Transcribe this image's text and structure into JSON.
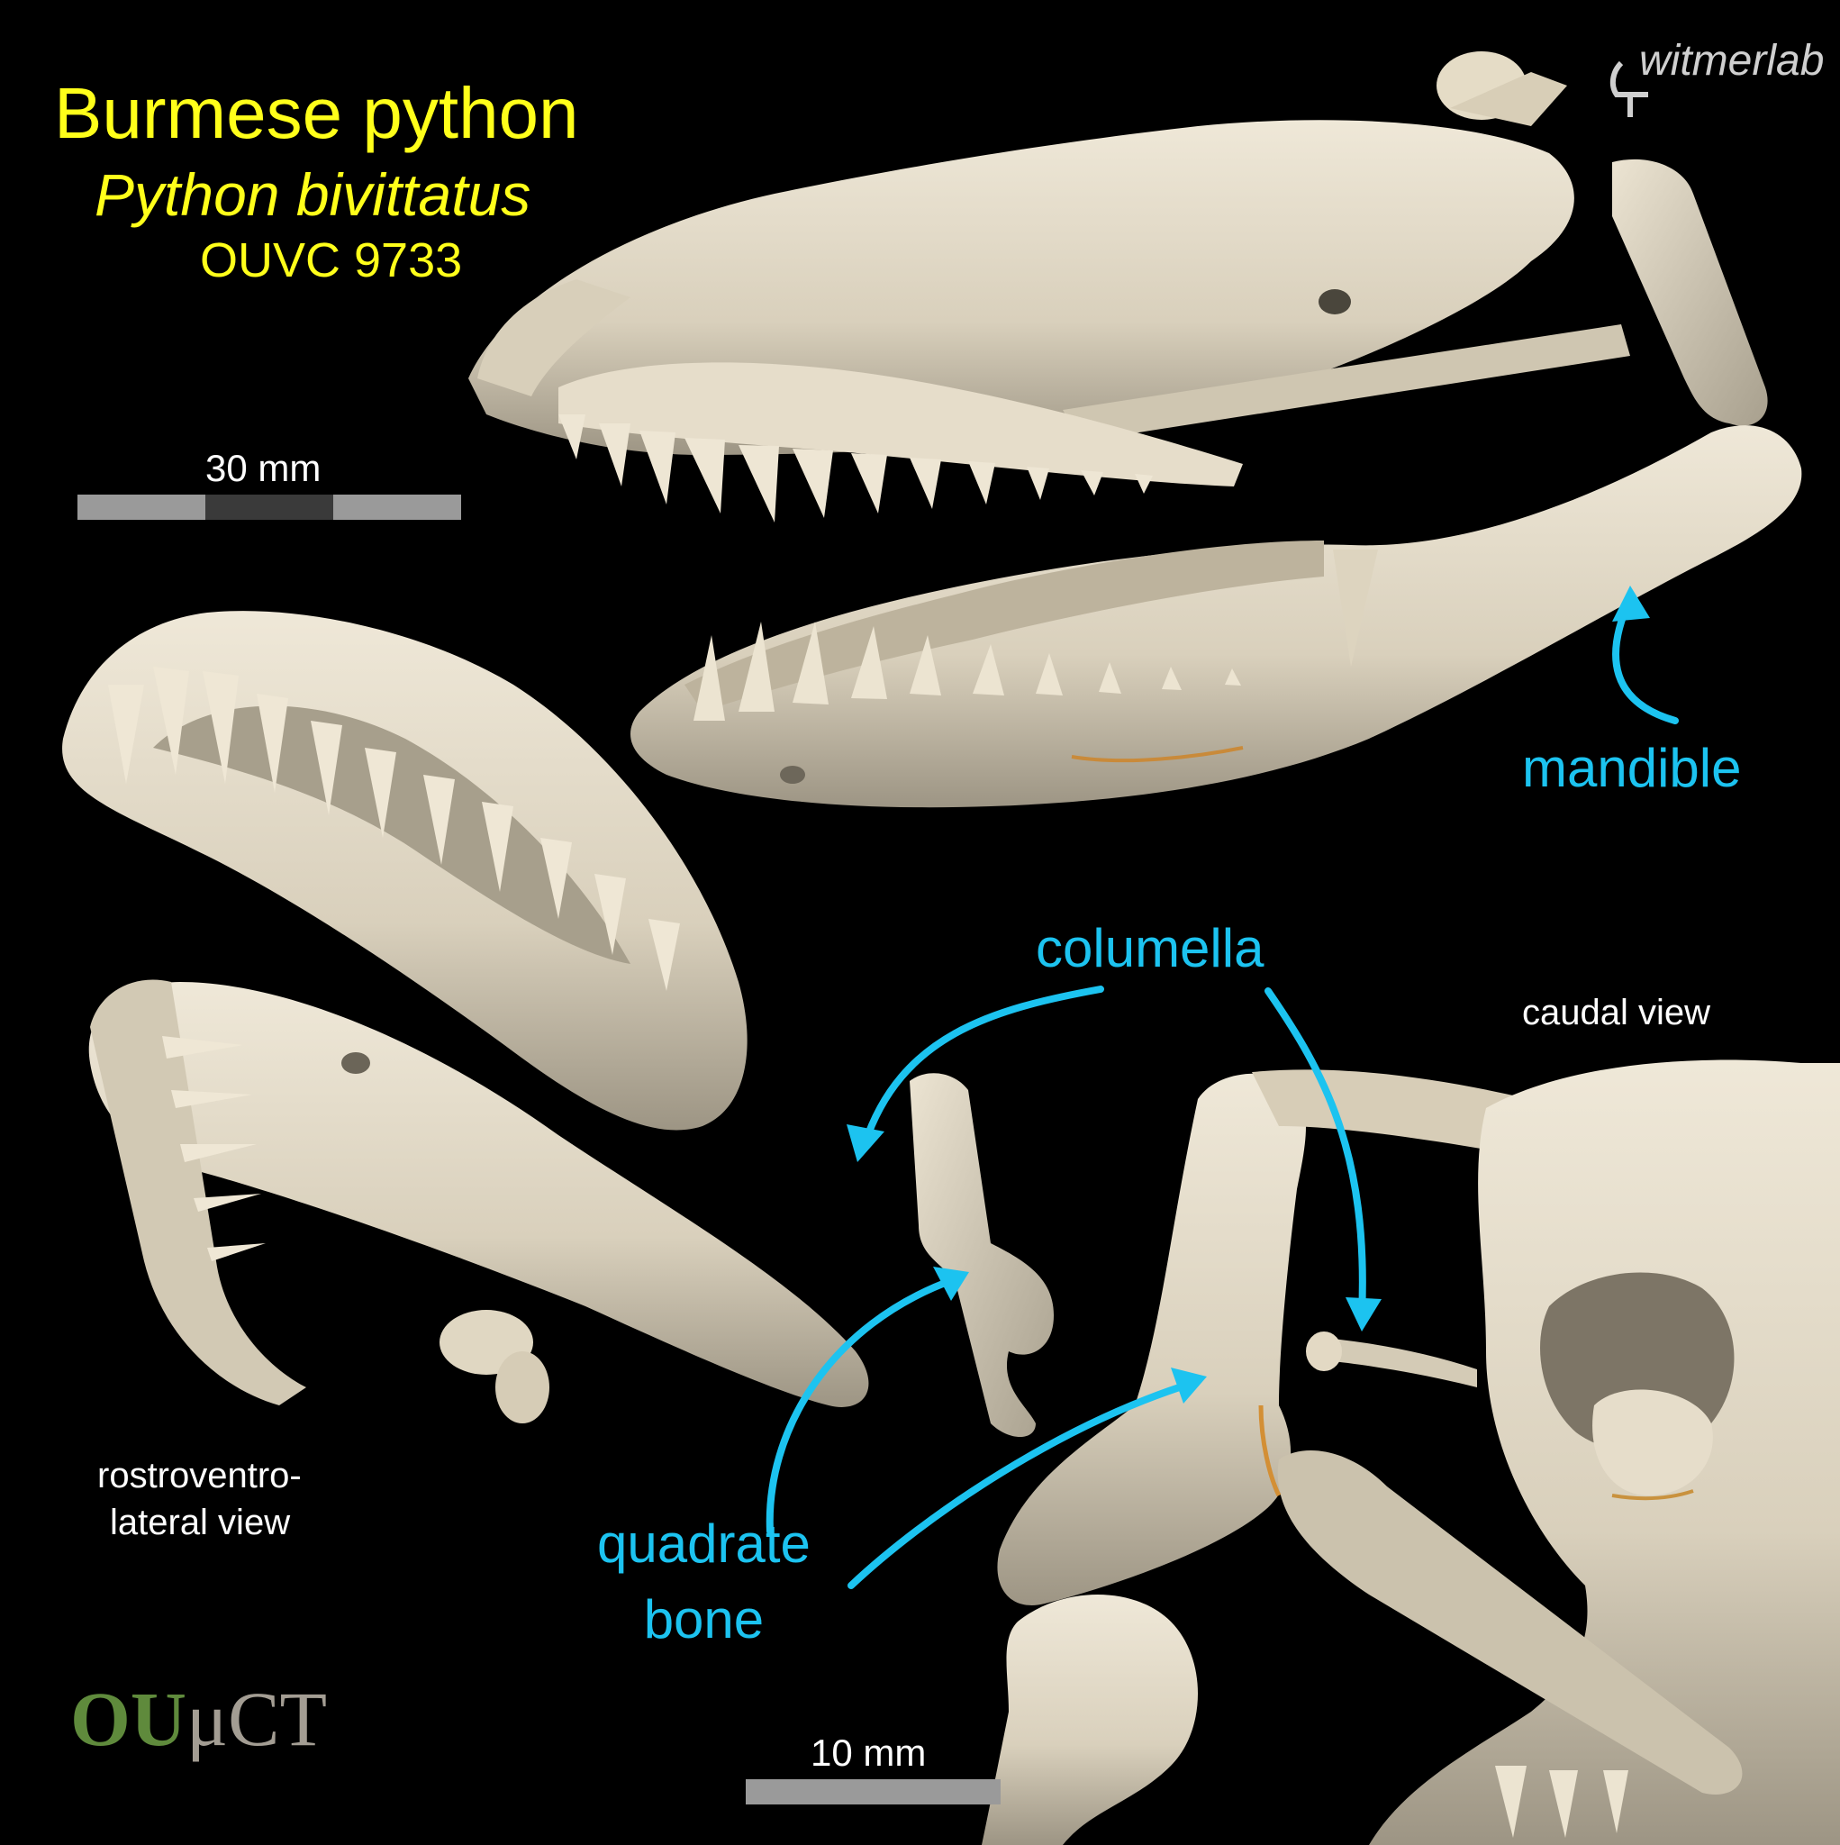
{
  "header": {
    "title": "Burmese python",
    "species": "Python bivittatus",
    "specimen": "OUVC 9733"
  },
  "scale_bars": {
    "top_left": "30 mm",
    "bottom": "10 mm"
  },
  "labels": {
    "mandible": "mandible",
    "columella": "columella",
    "quadrate_line1": "quadrate",
    "quadrate_line2": "bone"
  },
  "views": {
    "caudal": "caudal view",
    "rostro_line1": "rostroventro-",
    "rostro_line2": "lateral view"
  },
  "logos": {
    "ou": "OU",
    "mct": "μCT",
    "witmerlab": "witmerlab"
  },
  "colors": {
    "title": "#ffff1a",
    "annotation": "#1cc3f0",
    "bone": "#e2dac8",
    "bone_shadow": "#8f8878",
    "background": "#000000"
  }
}
